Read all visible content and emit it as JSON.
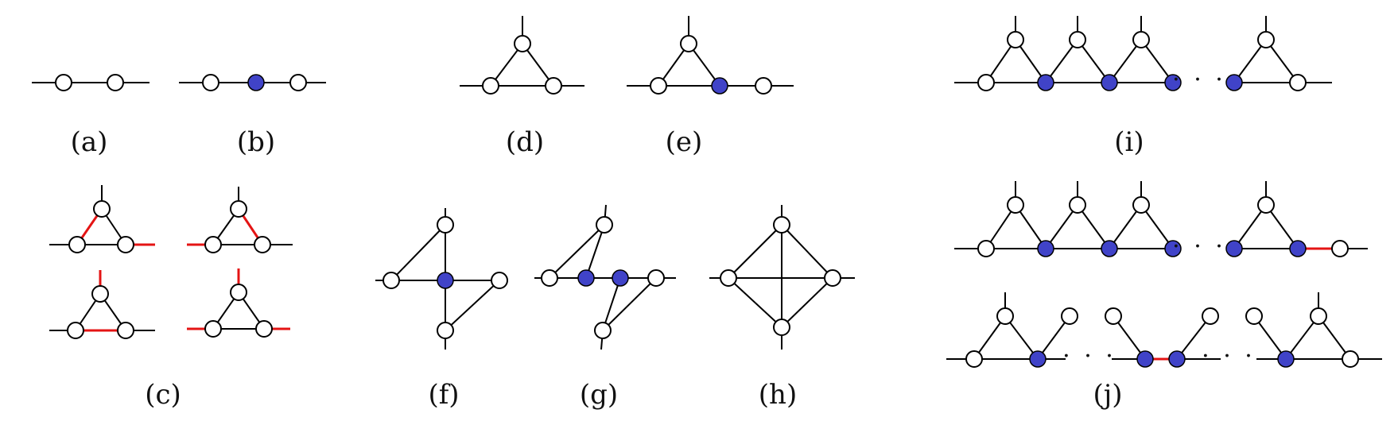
{
  "colors": {
    "vertex_filled": "#4043c8",
    "vertex_open": "#ffffff",
    "edge": "#000000",
    "edge_highlight": "#e41414"
  },
  "labels": {
    "a": "(a)",
    "b": "(b)",
    "c": "(c)",
    "d": "(d)",
    "e": "(e)",
    "f": "(f)",
    "g": "(g)",
    "h": "(h)",
    "i": "(i)",
    "j": "(j)",
    "ellipsis": "· · ·"
  }
}
